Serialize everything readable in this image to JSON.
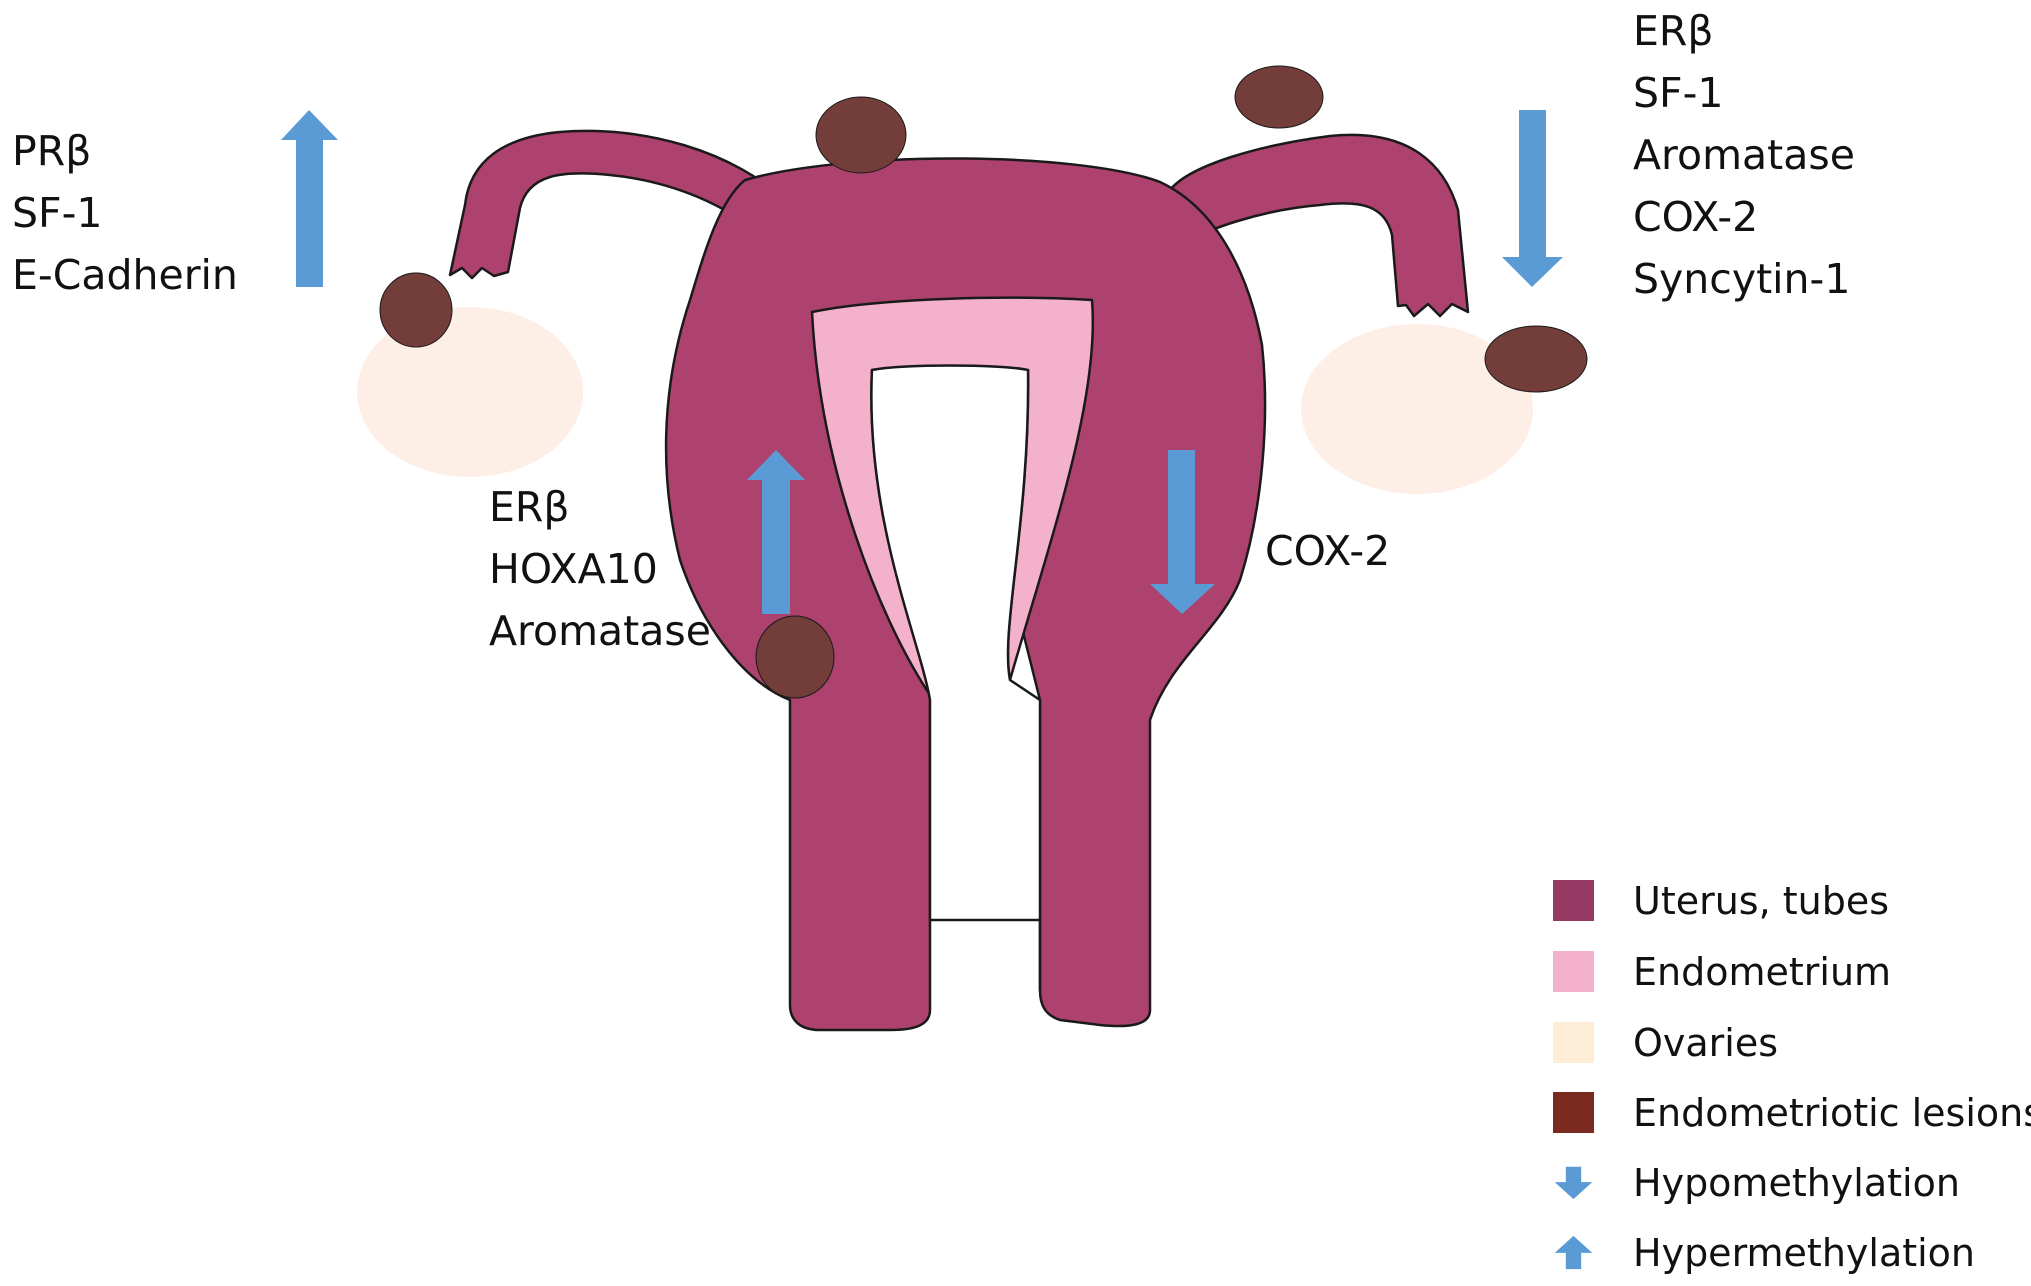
{
  "colors": {
    "uterus": "#AD426F",
    "endometrium": "#F4B1CC",
    "ovary": "#FDEEE6",
    "lesion": "#733D3A",
    "arrow": "#5B9BD5",
    "outline": "#1A1A1A",
    "text": "#111111"
  },
  "labels": {
    "top_left": [
      "PRβ",
      "SF-1",
      "E-Cadherin"
    ],
    "top_right": [
      "ERβ",
      "SF-1",
      "Aromatase",
      "COX-2",
      "Syncytin-1"
    ],
    "middle_left": [
      "ERβ",
      "HOXA10",
      "Aromatase"
    ],
    "middle_right": [
      "COX-2"
    ]
  },
  "legend": {
    "items": [
      {
        "label": "Uterus, tubes",
        "color": "#963A63",
        "icon": "square-swatch"
      },
      {
        "label": "Endometrium",
        "color": "#F4B1CC",
        "icon": "square-swatch"
      },
      {
        "label": "Ovaries",
        "color": "#FDECD6",
        "icon": "square-swatch"
      },
      {
        "label": "Endometriotic lesions",
        "color": "#7A2A1E",
        "icon": "square-swatch"
      },
      {
        "label": "Hypomethylation",
        "color": "#5B9BD5",
        "icon": "arrow-down-icon"
      },
      {
        "label": "Hypermethylation",
        "color": "#5B9BD5",
        "icon": "arrow-up-icon"
      }
    ]
  }
}
